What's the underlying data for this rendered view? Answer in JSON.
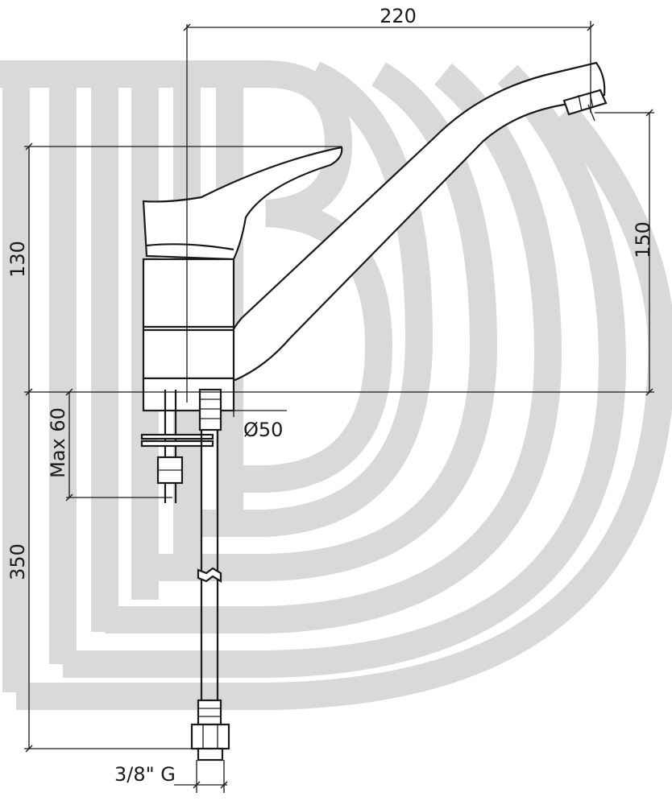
{
  "dimensions": {
    "spout_reach": "220",
    "spout_height": "150",
    "lever_height": "130",
    "max_deck": "Max 60",
    "base_diameter": "Ø50",
    "hose_length": "350",
    "connection": "3/8\" G"
  },
  "watermark": {
    "color": "#d9d9d9"
  },
  "line_color": "#1a1a1a"
}
